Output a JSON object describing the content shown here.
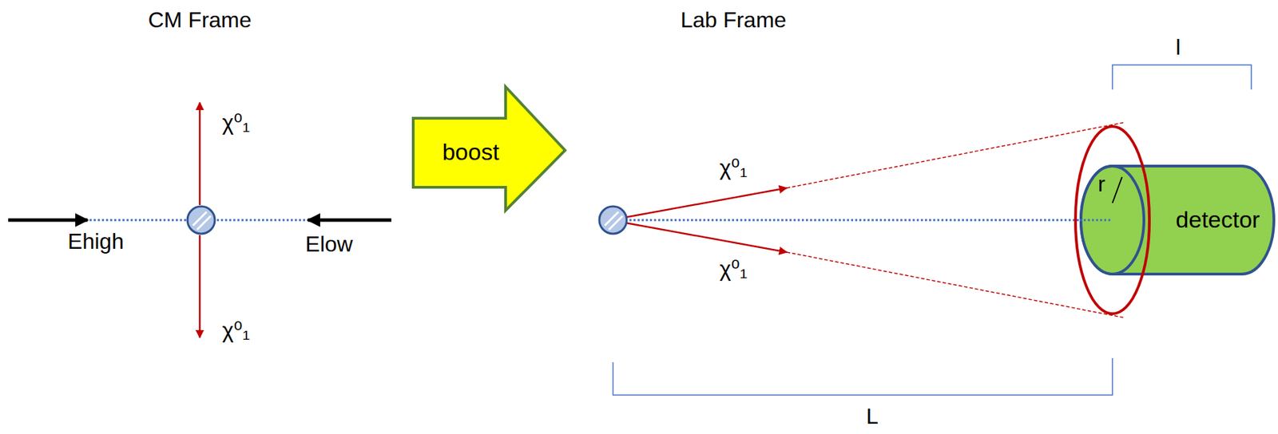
{
  "diagram": {
    "nodes": [
      {
        "text": [
          "boost"
        ]
      },
      {
        "text": [
          "detector"
        ]
      }
    ],
    "labels": [
      "CM Frame",
      "Lab Frame",
      "χ⁰₁",
      "χ⁰₁",
      "Ehigh",
      "Elow",
      "χ⁰₁",
      "χ⁰₁",
      "r",
      "l",
      "L"
    ]
  }
}
